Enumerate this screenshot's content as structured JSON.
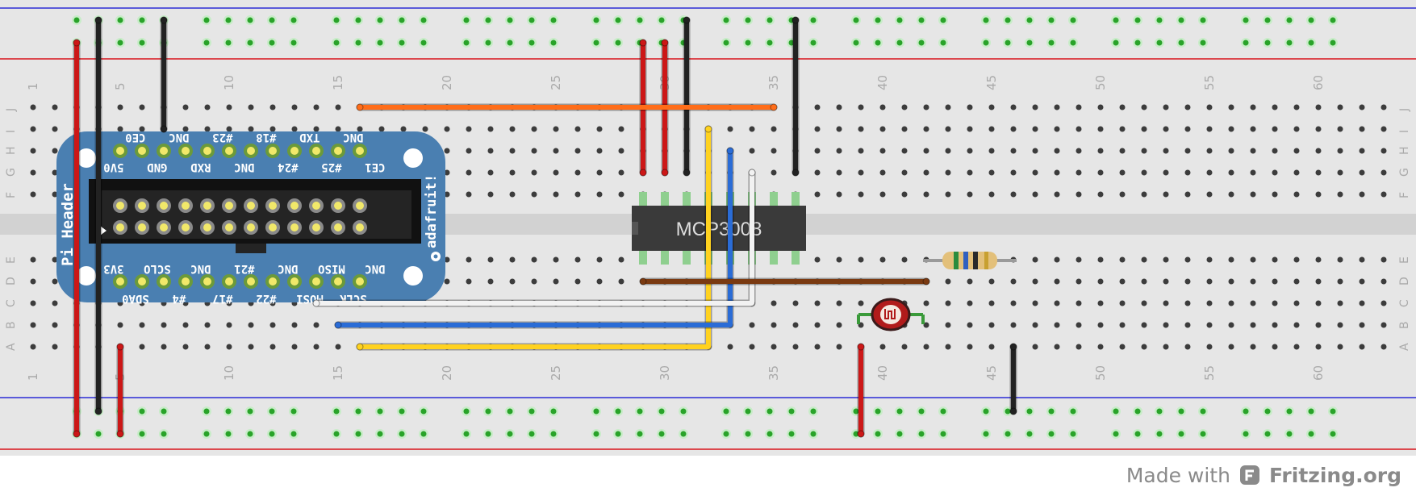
{
  "breadboard": {
    "column_numbers": [
      "1",
      "5",
      "10",
      "15",
      "20",
      "25",
      "30",
      "35",
      "40",
      "45",
      "50",
      "55",
      "60"
    ],
    "row_letters_top": [
      "J",
      "I",
      "H",
      "G",
      "F"
    ],
    "row_letters_bottom": [
      "E",
      "D",
      "C",
      "B",
      "A"
    ],
    "colors": {
      "board": "#e6e6e6",
      "channel": "#d4d4d4",
      "rail_red": "#d8131b",
      "rail_blue": "#2b2bd6",
      "hole": "#3c3c3c",
      "hole_active": "#29a329"
    }
  },
  "pi_cobbler": {
    "title": "Pi Header",
    "brand": "adafruit!",
    "top_row_labels": [
      "DNC",
      "TXD",
      "#18",
      "#23",
      "DNC",
      "CE0"
    ],
    "second_row_labels": [
      "5V0",
      "GND",
      "RXD",
      "DNC",
      "#24",
      "#25",
      "CE1"
    ],
    "third_row_labels": [
      "3V3",
      "SCLO",
      "DNC",
      "#21",
      "DNC",
      "MISO",
      "DNC"
    ],
    "bottom_row_labels": [
      "SDA0",
      "#4",
      "#17",
      "#22",
      "MOSI",
      "SCLK"
    ],
    "color": "#4a7fb1"
  },
  "chip": {
    "label": "MCP3008",
    "color": "#3a3a3a"
  },
  "components": {
    "resistor_icon": "resistor-icon",
    "photocell_icon": "photocell-icon"
  },
  "wire_colors": {
    "red": "#cc1717",
    "black": "#222222",
    "orange": "#ff6d19",
    "yellow": "#ffd21f",
    "blue": "#2a6cd6",
    "white": "#f2f2f2",
    "brown": "#7a3a11"
  },
  "footer": {
    "made_with": "Made with",
    "brand": "Fritzing.org",
    "logo_icon": "fritzing-logo-icon"
  }
}
